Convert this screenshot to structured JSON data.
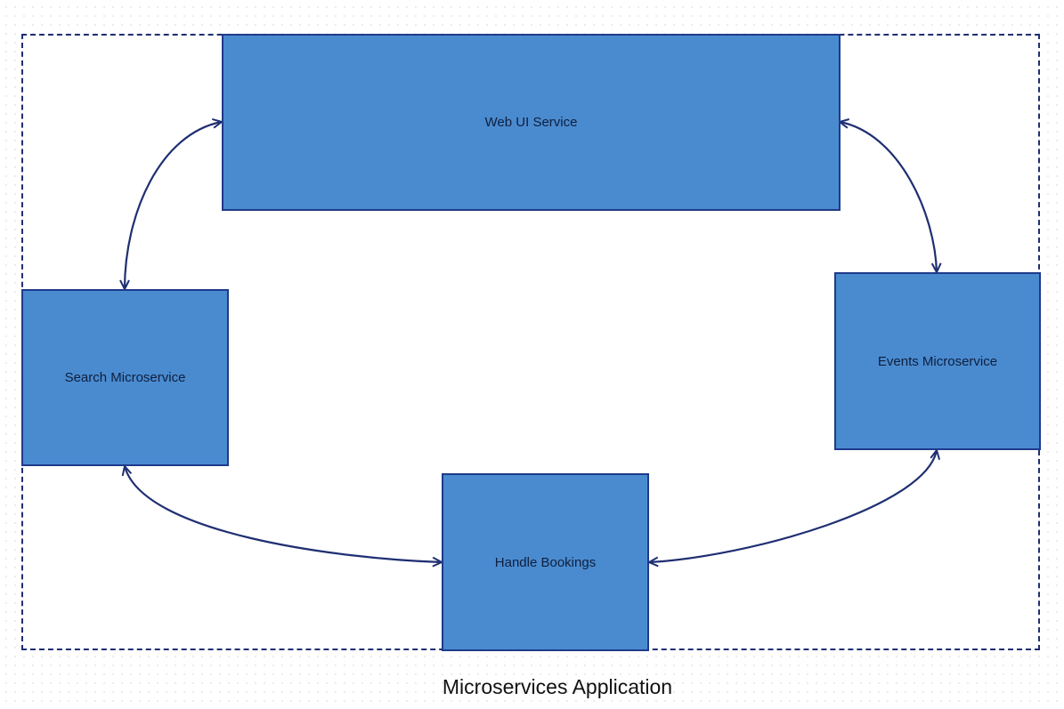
{
  "diagram": {
    "title": "Microservices Application",
    "colors": {
      "node_fill": "#4a8bd0",
      "node_border": "#1f3a8a",
      "edge": "#1f2f72",
      "container_border": "#1f2f72"
    },
    "nodes": [
      {
        "id": "web",
        "label": "Web UI Service"
      },
      {
        "id": "search",
        "label": "Search Microservice"
      },
      {
        "id": "events",
        "label": "Events Microservice"
      },
      {
        "id": "bookings",
        "label": "Handle Bookings"
      }
    ],
    "edges": [
      {
        "from": "web",
        "to": "search",
        "direction": "bidirectional"
      },
      {
        "from": "web",
        "to": "events",
        "direction": "bidirectional"
      },
      {
        "from": "search",
        "to": "bookings",
        "direction": "bidirectional"
      },
      {
        "from": "events",
        "to": "bookings",
        "direction": "bidirectional"
      }
    ]
  }
}
